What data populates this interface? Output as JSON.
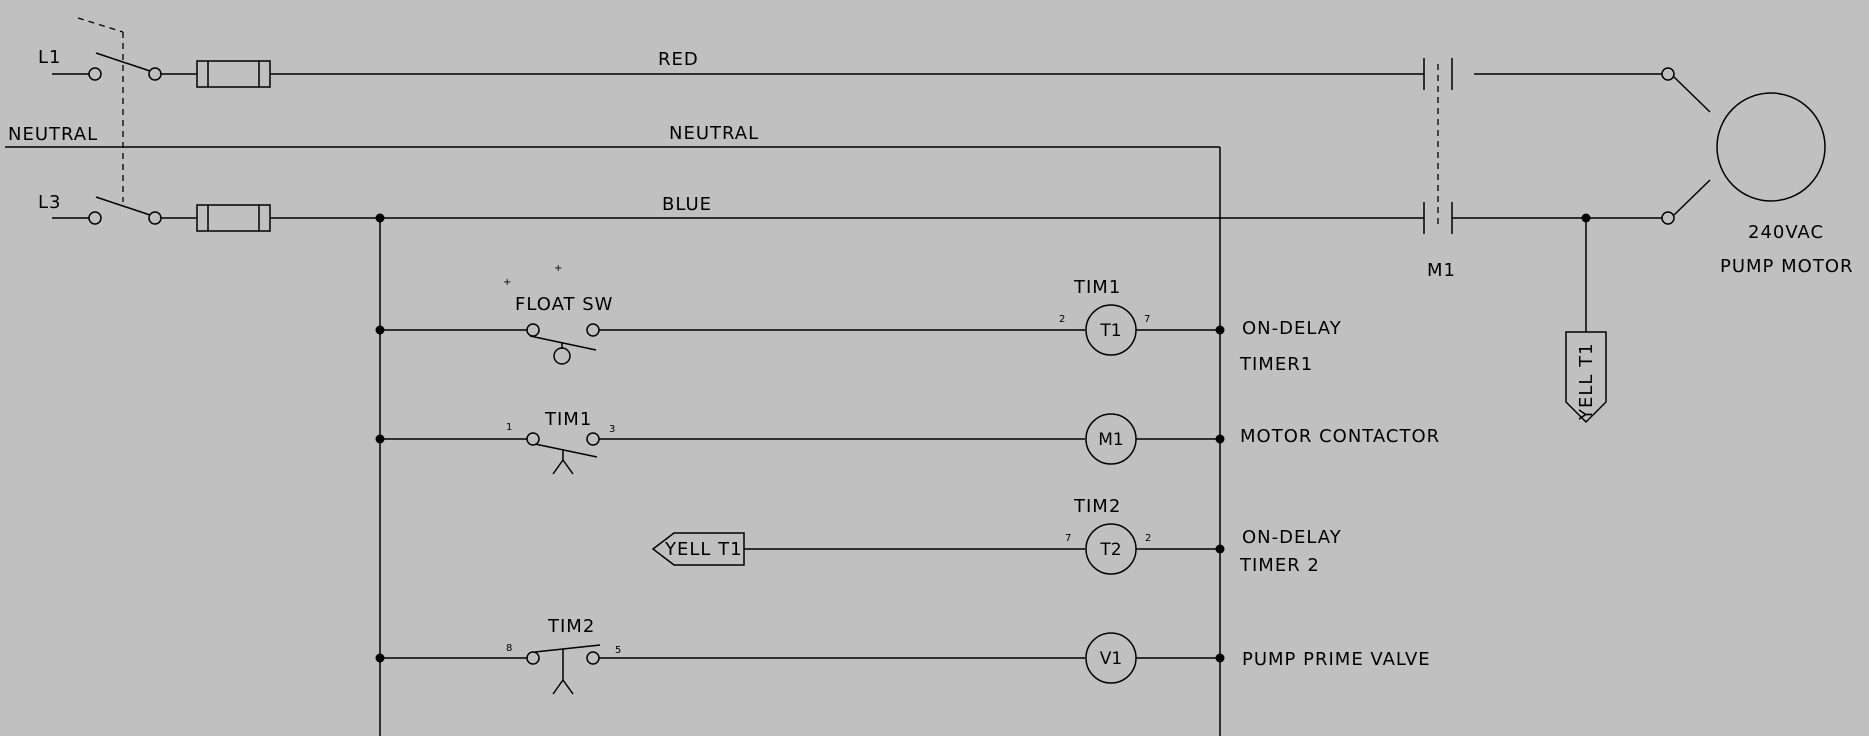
{
  "lines": {
    "l1": "L1",
    "neutral_left": "NEUTRAL",
    "l3": "L3",
    "red": "RED",
    "neutral_mid": "NEUTRAL",
    "blue": "BLUE"
  },
  "motor": {
    "contact_label": "M1",
    "voltage": "240VAC",
    "name": "PUMP MOTOR"
  },
  "offpage_right": "YELL T1",
  "rung1": {
    "switch_label": "FLOAT SW",
    "coil_ref": "TIM1",
    "coil": "T1",
    "pin_in": "2",
    "pin_out": "7",
    "desc1": "ON-DELAY",
    "desc2": "TIMER1"
  },
  "rung2": {
    "contact_label": "TIM1",
    "pin_in": "1",
    "pin_out": "3",
    "coil": "M1",
    "desc": "MOTOR CONTACTOR"
  },
  "rung3": {
    "offpage": "YELL T1",
    "coil_ref": "TIM2",
    "coil": "T2",
    "pin_in": "7",
    "pin_out": "2",
    "desc1": "ON-DELAY",
    "desc2": "TIMER 2"
  },
  "rung4": {
    "contact_label": "TIM2",
    "pin_in": "8",
    "pin_out": "5",
    "coil": "V1",
    "desc": "PUMP PRIME VALVE"
  }
}
